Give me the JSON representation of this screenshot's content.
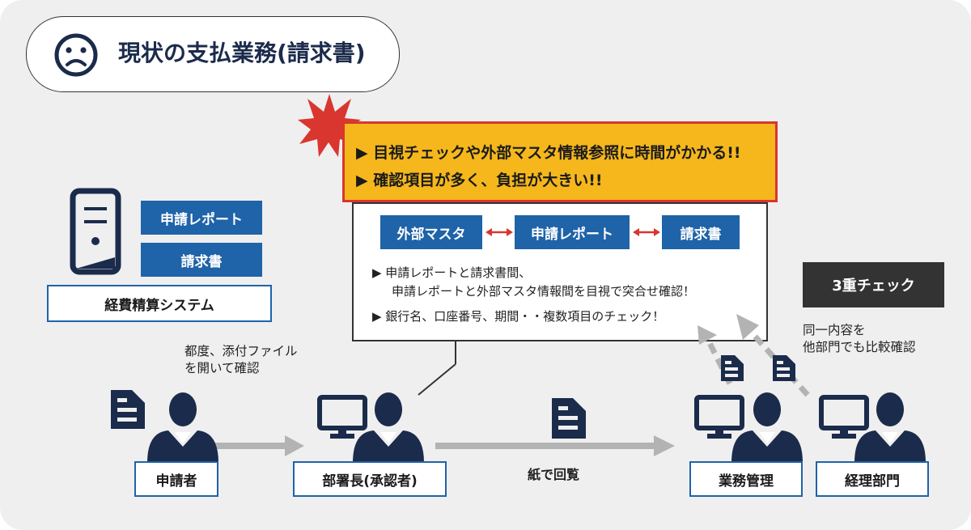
{
  "title": "現状の支払業務(請求書)",
  "system": {
    "buttons": [
      "申請レポート",
      "請求書"
    ],
    "label": "経費精算システム"
  },
  "warning": {
    "lines": [
      "▶ 目視チェックや外部マスタ情報参照に時間がかかる!!",
      "▶ 確認項目が多く、負担が大きい!!"
    ]
  },
  "panel": {
    "chips": [
      "外部マスタ",
      "申請レポート",
      "請求書"
    ],
    "notes": [
      "▶ 申請レポートと請求書間、",
      "申請レポートと外部マスタ情報間を目視で突合せ確認！",
      "▶ 銀行名、口座番号、期間・・複数項目のチェック！"
    ]
  },
  "triple_check": "3重チェック",
  "compare_note": [
    "同一内容を",
    "他部門でも比較確認"
  ],
  "attachment_note": [
    "都度、添付ファイル",
    "を開いて確認"
  ],
  "paper_label": "紙で回覧",
  "people": {
    "applicant": "申請者",
    "manager": "部署長(承認者)",
    "operations": "業務管理",
    "accounting": "経理部門"
  },
  "colors": {
    "navy": "#1b2b4b",
    "blue": "#1f63a8",
    "warn_bg": "#f5b71c",
    "warn_border": "#d93630",
    "arrow": "#b3b3b3"
  }
}
